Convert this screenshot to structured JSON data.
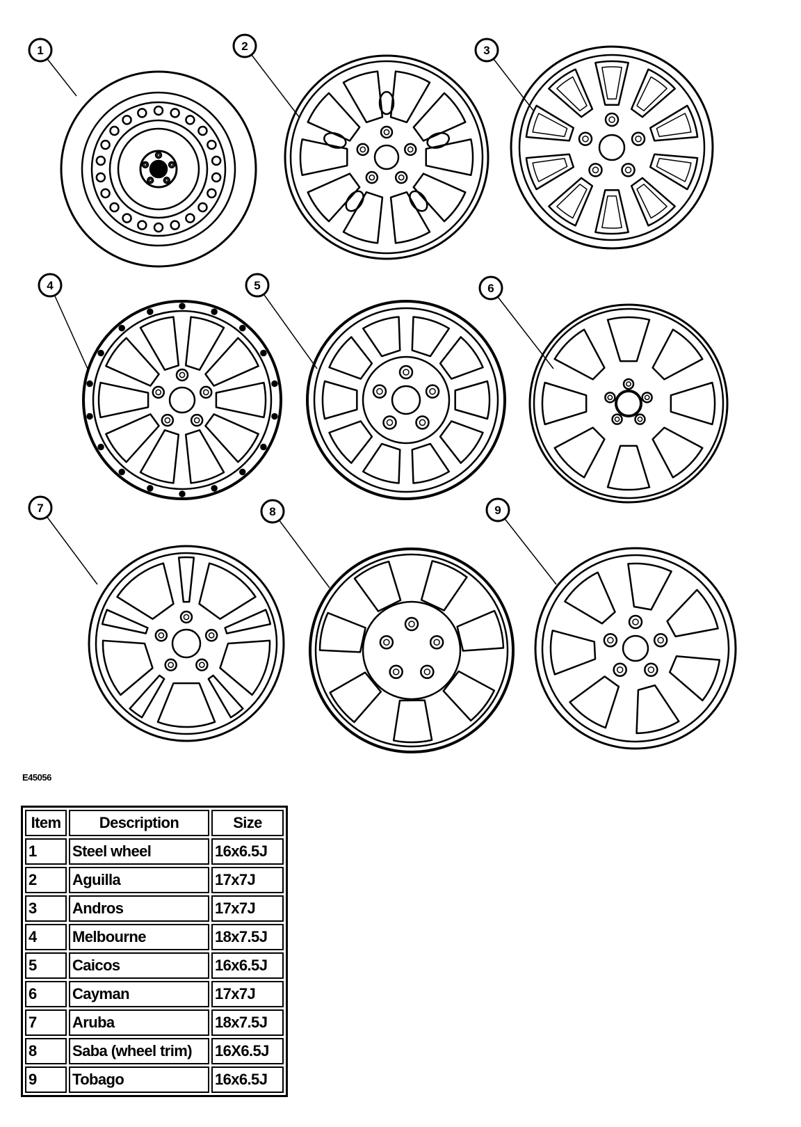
{
  "figure_id": "E45056",
  "callouts": [
    "1",
    "2",
    "3",
    "4",
    "5",
    "6",
    "7",
    "8",
    "9"
  ],
  "table": {
    "headers": {
      "item": "Item",
      "description": "Description",
      "size": "Size"
    },
    "rows": [
      {
        "item": "1",
        "description": "Steel wheel",
        "size": "16x6.5J"
      },
      {
        "item": "2",
        "description": "Aguilla",
        "size": "17x7J"
      },
      {
        "item": "3",
        "description": "Andros",
        "size": "17x7J"
      },
      {
        "item": "4",
        "description": "Melbourne",
        "size": "18x7.5J"
      },
      {
        "item": "5",
        "description": "Caicos",
        "size": "16x6.5J"
      },
      {
        "item": "6",
        "description": "Cayman",
        "size": "17x7J"
      },
      {
        "item": "7",
        "description": "Aruba",
        "size": "18x7.5J"
      },
      {
        "item": "8",
        "description": "Saba (wheel trim)",
        "size": "16X6.5J"
      },
      {
        "item": "9",
        "description": "Tobago",
        "size": "16x6.5J"
      }
    ]
  }
}
